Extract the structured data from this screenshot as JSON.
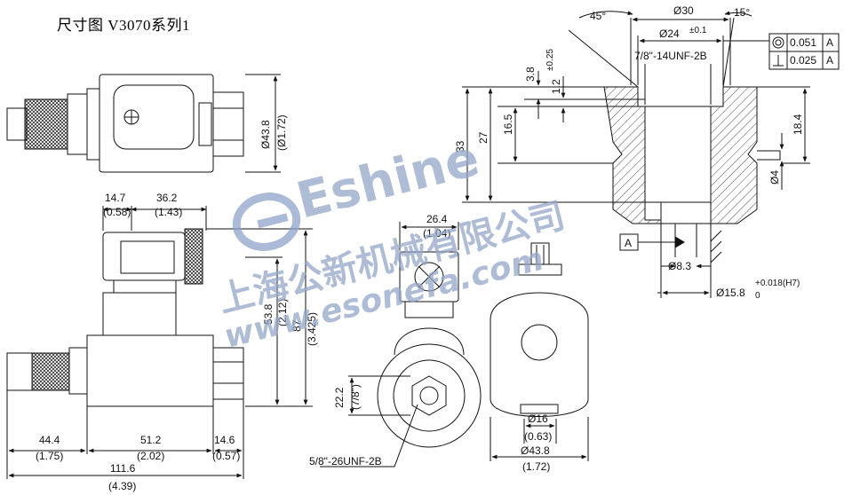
{
  "title": "尺寸图 V3070系列1",
  "watermark": {
    "brand": "Eshine",
    "company": "上海公新机械有限公司",
    "url": "www.esonefa.com",
    "color": "#8fa3c9"
  },
  "dims": {
    "w14_7": "14.7",
    "w14_7_in": "(0.58)",
    "w36_2": "36.2",
    "w36_2_in": "(1.43)",
    "d43_8": "Ø43.8",
    "d43_8_in": "(Ø1.72)",
    "h53_8": "53.8",
    "h53_8_in": "(2.12)",
    "h87": "87",
    "h87_in": "(3.425)",
    "w44_4": "44.4",
    "w44_4_in": "(1.75)",
    "w51_2": "51.2",
    "w51_2_in": "(2.02)",
    "w14_6": "14.6",
    "w14_6_in": "(0.57)",
    "w111_6": "111.6",
    "w111_6_in": "(4.39)",
    "w26_4": "26.4",
    "w26_4_in": "(1.04)",
    "h22_2": "22.2",
    "h22_2_in": "(7/8\")",
    "thread_bottom": "5/8\"-26UNF-2B",
    "d16": "Ø16",
    "d16_in": "(0.63)",
    "d43_8b": "Ø43.8",
    "d43_8b_in": "(1.72)",
    "angle45": "45°",
    "angle15": "15°",
    "d30": "Ø30",
    "d24": "Ø24",
    "d24_tol": "±0.1",
    "thread_top": "7/8\"-14UNF-2B",
    "tol1_val": "0.051",
    "tol1_ref": "A",
    "tol2_val": "0.025",
    "tol2_ref": "A",
    "h3_8": "3.8",
    "h1_2": "1.2",
    "h1_2_tol": "±0.25",
    "h16_5": "16.5",
    "h27": "27",
    "h33": "33",
    "h18_4": "18.4",
    "d4": "Ø4",
    "datum": "A",
    "d8_3": "Ø8.3",
    "d15_8": "Ø15.8",
    "d15_8_tol": "+0.018(H7)",
    "d15_8_tol_low": "0"
  }
}
